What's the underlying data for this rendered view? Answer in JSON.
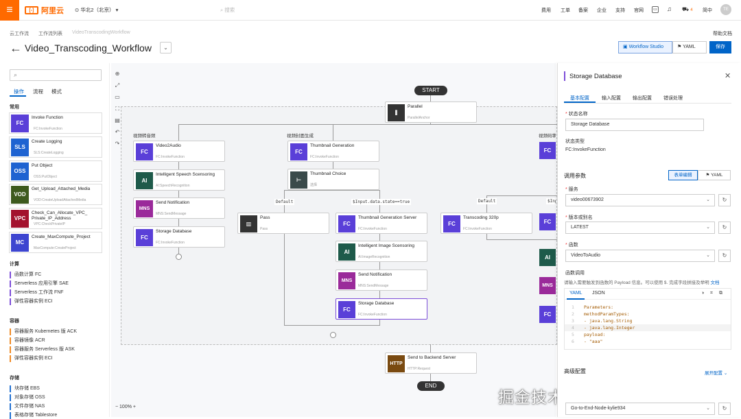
{
  "topbar": {
    "menu_icon": "≡",
    "logo_text": "阿里云",
    "region": "华北2（北京）",
    "search_placeholder": "搜索",
    "nav": [
      "费用",
      "工单",
      "备案",
      "企业",
      "支持",
      "官网"
    ],
    "cart_count": "4",
    "lang": "简中",
    "avatar": "TE"
  },
  "breadcrumb": [
    "云工作流",
    "工作流列表",
    "VideoTranscodingWorkflow"
  ],
  "help_label": "帮助文档",
  "page": {
    "back_icon": "←",
    "title": "Video_Transcoding_Workflow",
    "title_dropdown": "⌄",
    "studio_label": "Workflow Studio",
    "yaml_label": "YAML",
    "save_label": "保存"
  },
  "left": {
    "search_icon": "⌕",
    "tabs": [
      "操作",
      "流程",
      "模式"
    ],
    "common_title": "常用",
    "cards": [
      {
        "icon": "FC",
        "name": "Invoke Function",
        "sub": "FC:InvokeFunction",
        "color": "#5a3fd8"
      },
      {
        "icon": "SLS",
        "name": "Create Logging",
        "sub": "SLS:CreateLogging",
        "color": "#1f63d1"
      },
      {
        "icon": "OSS",
        "name": "Put Object",
        "sub": "OSS:PutObject",
        "color": "#1f63d1"
      },
      {
        "icon": "VOD",
        "name": "Get_Upload_Attached_Media",
        "sub": "VOD:CreateUploadAttachedMedia",
        "color": "#3d5a1e"
      },
      {
        "icon": "VPC",
        "name": "Check_Can_Allocate_VPC_ Private_IP_Address",
        "sub": "VPC:CheckPrivateIP",
        "color": "#a3122e"
      },
      {
        "icon": "MC",
        "name": "Create_MaxCompute_Project",
        "sub": "MaxCompute:CreateProject",
        "color": "#3d45d0"
      }
    ],
    "compute_title": "计算",
    "compute": [
      "函数计算 FC",
      "Serverless 应用引擎 SAE",
      "Serverless 工作流 FNF",
      "弹性容器实例 ECI"
    ],
    "container_title": "容器",
    "container": [
      "容器服务 Kubernetes 版 ACK",
      "容器镜像 ACR",
      "容器服务 Serverless 版 ASK",
      "弹性容器实例 ECI"
    ],
    "storage_title": "存储",
    "storage": [
      "块存储 EBS",
      "对象存储 OSS",
      "文件存储 NAS",
      "表格存储 Tablestore"
    ]
  },
  "tools": [
    "⊕",
    "⤢",
    "▭",
    "⛶",
    "▤",
    "↶",
    "↷"
  ],
  "canvas": {
    "start": "START",
    "end": "END",
    "parallel": {
      "name": "Parallel",
      "sub": "ParallelAnchor"
    },
    "branch_labels": [
      "视频转音频",
      "视频封面生成",
      "视频码率"
    ],
    "col1": [
      {
        "icon": "FC",
        "name": "Video2Audio",
        "sub": "FC:InvokeFunction",
        "color": "#5a3fd8"
      },
      {
        "icon": "AI",
        "name": "Intelligent Speech Scensoring",
        "sub": "AI:SpeechRecognition",
        "color": "#1e5a4a"
      },
      {
        "icon": "MNS",
        "name": "Send Notification",
        "sub": "MNS:SendMessage",
        "color": "#9a2a9a"
      },
      {
        "icon": "FC",
        "name": "Storage Database",
        "sub": "FC:InvokeFunction",
        "color": "#5a3fd8"
      }
    ],
    "col2_top": [
      {
        "icon": "FC",
        "name": "Thumbnail Generation",
        "sub": "FC:InvokeFunction",
        "color": "#5a3fd8"
      },
      {
        "icon": "⊢",
        "name": "Thumbnail Choice",
        "sub": "选择",
        "color": "#3a4a4a"
      }
    ],
    "choice_default": "Default",
    "choice_cond": "$Input.data.state==true",
    "pass": {
      "icon": "▥",
      "name": "Pass",
      "sub": "Pass",
      "color": "#333"
    },
    "col2b": [
      {
        "icon": "FC",
        "name": "Thumbnail Generation Server",
        "sub": "FC:InvokeFunction",
        "color": "#5a3fd8"
      },
      {
        "icon": "AI",
        "name": "Intelligent Image Scensoring",
        "sub": "AI:ImageRecognition",
        "color": "#1e5a4a"
      },
      {
        "icon": "MNS",
        "name": "Send Notification",
        "sub": "MNS:SendMessage",
        "color": "#9a2a9a"
      },
      {
        "icon": "FC",
        "name": "Storage Database",
        "sub": "FC:InvokeFunction",
        "color": "#5a3fd8"
      }
    ],
    "col3_default": "Default",
    "col3_cond": "$Inp",
    "transcode": {
      "icon": "FC",
      "name": "Transcoding 320p",
      "sub": "FC:InvokeFunction",
      "color": "#5a3fd8"
    },
    "col4_icons": [
      {
        "icon": "FC",
        "color": "#5a3fd8"
      },
      {
        "icon": "FC",
        "color": "#5a3fd8"
      },
      {
        "icon": "AI",
        "color": "#1e5a4a"
      },
      {
        "icon": "MNS",
        "color": "#9a2a9a"
      },
      {
        "icon": "FC",
        "color": "#5a3fd8"
      }
    ],
    "http": {
      "icon": "HTTP",
      "name": "Send to Backend Server",
      "sub": "HTTP:Request",
      "color": "#7a4a10"
    },
    "zoom": "− 100% +",
    "watermark": "掘金技术社区 @ 阿里云云原生"
  },
  "panel": {
    "title": "Storage Database",
    "close_icon": "✕",
    "tabs": [
      "基本配置",
      "输入配置",
      "输出配置",
      "错误处理"
    ],
    "state_name_label": "状态名称",
    "state_name_value": "Storage Database",
    "state_type_label": "状态类型",
    "state_type_value": "FC:InvokeFunction",
    "params_title": "调用参数",
    "toggle_form": "表单编辑",
    "toggle_yaml": "YAML",
    "service_label": "服务",
    "service_value": "video00673902",
    "version_label": "版本或别名",
    "version_value": "LATEST",
    "function_label": "函数",
    "function_value": "VideoToAudio",
    "invoke_label": "函数调用",
    "invoke_hint": "请输入需要触发到函数的 Payload 信息。可以使用 $. 完成字段拼接及举明",
    "invoke_link": "文档",
    "editor_tabs": [
      "YAML",
      "JSON"
    ],
    "editor_icons": [
      "◑",
      "⌗",
      "⧉"
    ],
    "code": [
      {
        "n": "1",
        "t": "Parameters:"
      },
      {
        "n": "2",
        "t": "methodParamTypes:"
      },
      {
        "n": "3",
        "t": "- java.lang.String"
      },
      {
        "n": "4",
        "t": "- java.lang.Integer"
      },
      {
        "n": "5",
        "t": "payload:"
      },
      {
        "n": "6",
        "t": "- \"aaa\""
      }
    ],
    "advanced_title": "高级配置",
    "advanced_expand": "展开配置",
    "next_value": "Go-to-End-Node-kylie934",
    "refresh_icon": "↻",
    "chevron_icon": "⌄"
  }
}
